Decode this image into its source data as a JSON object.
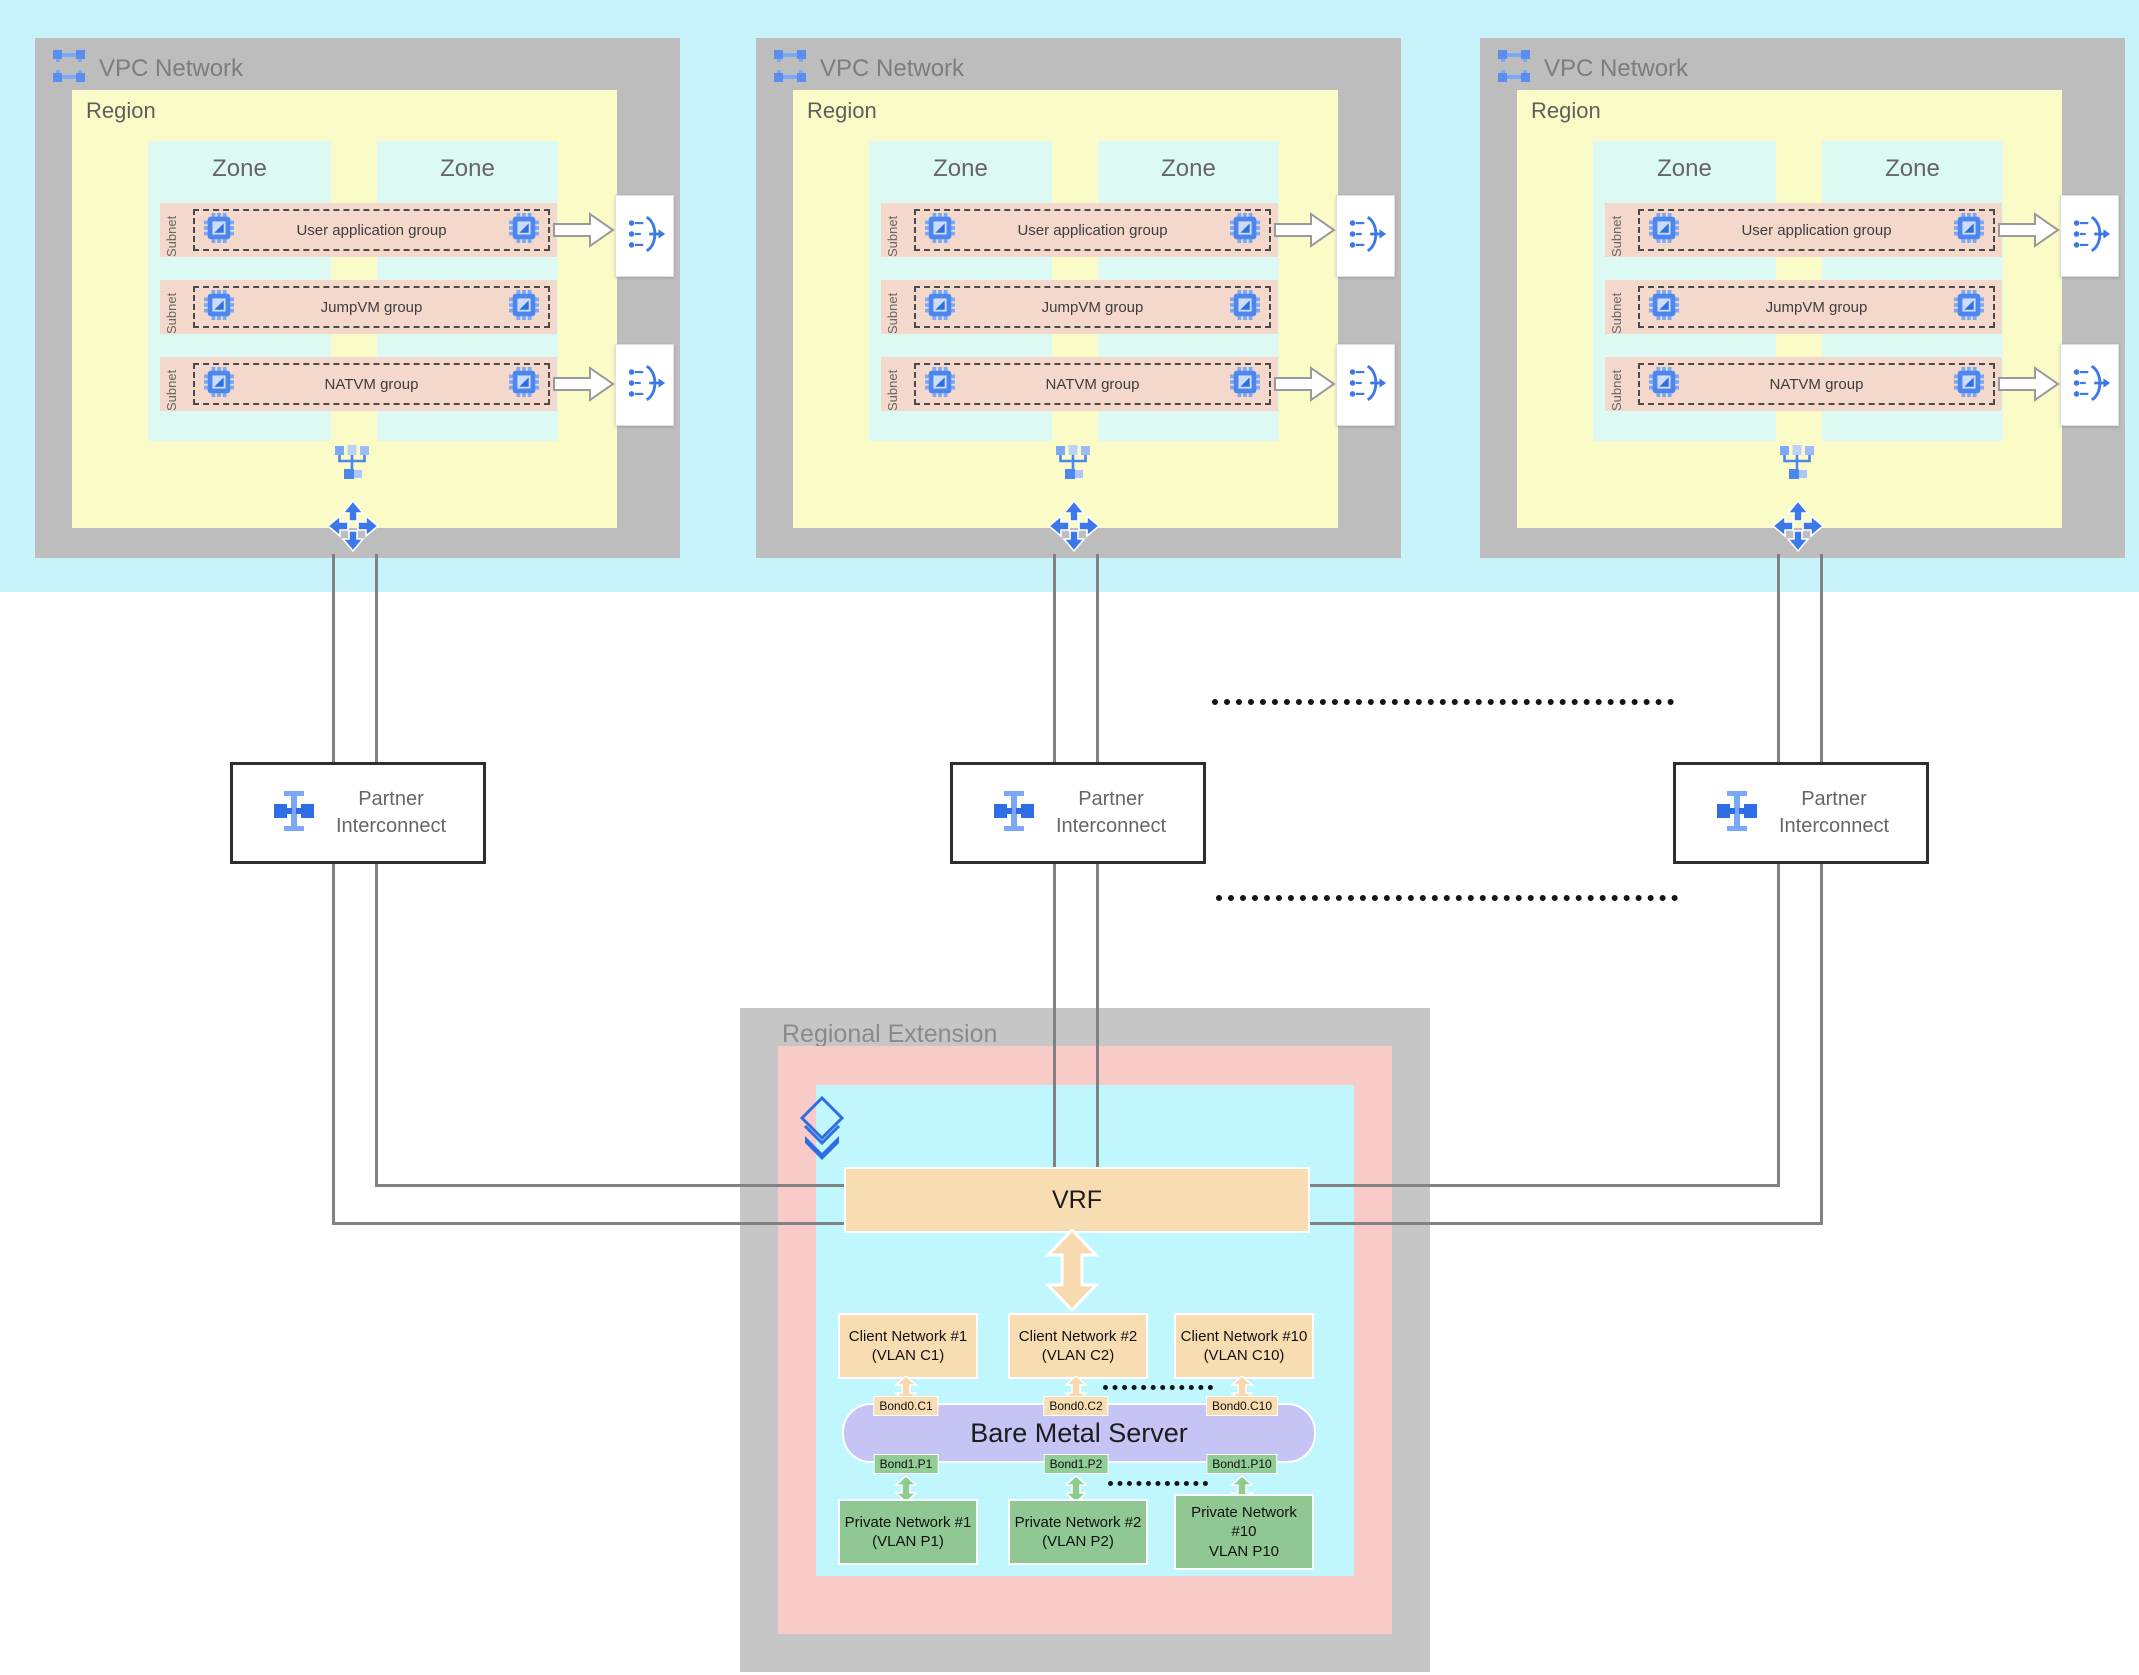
{
  "colors": {
    "top_band_cyan": "#c8f3fa",
    "vpc_gray": "#bdbdbd",
    "region_yellow": "#fbfbc8",
    "zone_cyan": "#dcf9f3",
    "subnet_salmon": "#f3d8cb",
    "re_gray": "#c6c6c6",
    "re_pink": "#f8cbc8",
    "re_cyan": "#c0f6fe",
    "vrf_tan": "#f8ddb3",
    "server_lavender": "#c6c4f4",
    "private_green": "#8fc893",
    "accent_blue": "#3d78e8",
    "accent_blue_light": "#7ba9f7",
    "line_gray": "#828282"
  },
  "vpc_networks": [
    {
      "title": "VPC Network",
      "region_label": "Region",
      "zones": [
        "Zone",
        "Zone"
      ],
      "subnet_label": "Subnet",
      "groups": [
        {
          "label": "User application group"
        },
        {
          "label": "JumpVM group"
        },
        {
          "label": "NATVM group"
        }
      ]
    },
    {
      "title": "VPC Network",
      "region_label": "Region",
      "zones": [
        "Zone",
        "Zone"
      ],
      "subnet_label": "Subnet",
      "groups": [
        {
          "label": "User application group"
        },
        {
          "label": "JumpVM group"
        },
        {
          "label": "NATVM group"
        }
      ]
    },
    {
      "title": "VPC Network",
      "region_label": "Region",
      "zones": [
        "Zone",
        "Zone"
      ],
      "subnet_label": "Subnet",
      "groups": [
        {
          "label": "User application group"
        },
        {
          "label": "JumpVM group"
        },
        {
          "label": "NATVM group"
        }
      ]
    }
  ],
  "partner_interconnects": [
    {
      "label": "Partner\nInterconnect"
    },
    {
      "label": "Partner\nInterconnect"
    },
    {
      "label": "Partner\nInterconnect"
    }
  ],
  "regional_extension": {
    "title": "Regional Extension",
    "vrf_label": "VRF",
    "client_networks": [
      {
        "label": "Client Network #1\n(VLAN C1)"
      },
      {
        "label": "Client Network #2\n(VLAN C2)"
      },
      {
        "label": "Client Network #10\n(VLAN C10)"
      }
    ],
    "bonds_top": [
      "Bond0.C1",
      "Bond0.C2",
      "Bond0.C10"
    ],
    "server_label": "Bare Metal Server",
    "bonds_bottom": [
      "Bond1.P1",
      "Bond1.P2",
      "Bond1.P10"
    ],
    "private_networks": [
      {
        "label": "Private Network #1\n(VLAN P1)"
      },
      {
        "label": "Private Network #2\n(VLAN P2)"
      },
      {
        "label": "Private Network\n#10\nVLAN P10"
      }
    ]
  }
}
